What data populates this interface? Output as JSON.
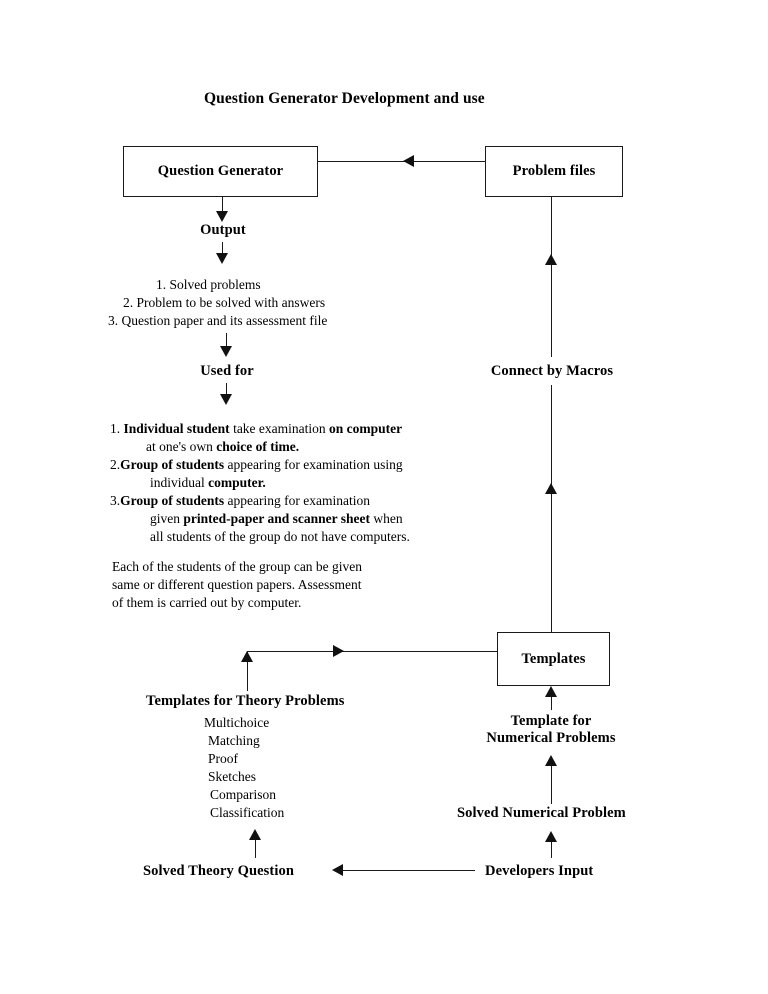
{
  "diagram": {
    "title": "Question Generator Development and use",
    "boxes": {
      "question_generator": "Question Generator",
      "problem_files": "Problem files",
      "templates": "Templates"
    },
    "labels": {
      "output": "Output",
      "used_for": "Used for",
      "connect_by_macros": "Connect by Macros",
      "templates_for_theory_problems": "Templates for Theory Problems",
      "template_for_numerical_line1": "Template for",
      "template_for_numerical_line2": "Numerical Problems",
      "solved_numerical_problem": "Solved Numerical Problem",
      "solved_theory_question": "Solved Theory Question",
      "developers_input": "Developers Input"
    },
    "output_list": [
      "1.   Solved problems",
      "2. Problem to be solved with answers",
      "3. Question paper and its assessment file"
    ],
    "used_for_list": [
      {
        "number": "1.",
        "lines": [
          [
            {
              "t": "Individual student",
              "b": true
            },
            {
              "t": " take examination ",
              "b": false
            },
            {
              "t": "on computer",
              "b": true
            }
          ],
          [
            {
              "t": "at one's own ",
              "b": false
            },
            {
              "t": "choice of time.",
              "b": true
            }
          ]
        ]
      },
      {
        "number": "2.",
        "lines": [
          [
            {
              "t": "Group of students",
              "b": true
            },
            {
              "t": " appearing for examination using",
              "b": false
            }
          ],
          [
            {
              "t": "individual ",
              "b": false
            },
            {
              "t": "computer.",
              "b": true
            }
          ]
        ]
      },
      {
        "number": "3.",
        "lines": [
          [
            {
              "t": "Group of students",
              "b": true
            },
            {
              "t": " appearing for examination",
              "b": false
            }
          ],
          [
            {
              "t": "given ",
              "b": false
            },
            {
              "t": "printed-paper and scanner sheet",
              "b": true
            },
            {
              "t": " when",
              "b": false
            }
          ],
          [
            {
              "t": "all students of the group do not have computers.",
              "b": false
            }
          ]
        ]
      }
    ],
    "paragraph": [
      "Each of the students of the group can be given",
      "same or different question papers. Assessment",
      "of them is carried out by computer."
    ],
    "theory_template_types": [
      "Multichoice",
      "Matching",
      "Proof",
      "Sketches",
      "Comparison",
      "Classification"
    ],
    "colors": {
      "stroke": "#1a1a1a",
      "text": "#000000",
      "background": "#ffffff"
    }
  }
}
